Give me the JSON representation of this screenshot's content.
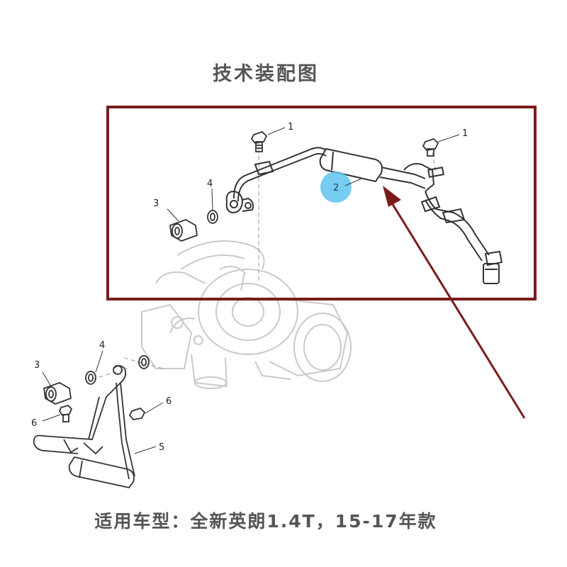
{
  "header": {
    "title": "技术装配图"
  },
  "callouts": {
    "c1a": "1",
    "c1b": "1",
    "c2": "2",
    "c3a": "3",
    "c4a": "4",
    "c3b": "3",
    "c4b": "4",
    "c5": "5",
    "c6a": "6",
    "c6b": "6"
  },
  "footer": {
    "text": "适用车型：全新英朗1.4T，15-17年款"
  },
  "colors": {
    "frame": "#7a1c1c",
    "arrow": "#7a1c1c",
    "highlight": "#5ec3ee",
    "line_art": "#333333",
    "ghost_art": "#cfcfcf"
  }
}
